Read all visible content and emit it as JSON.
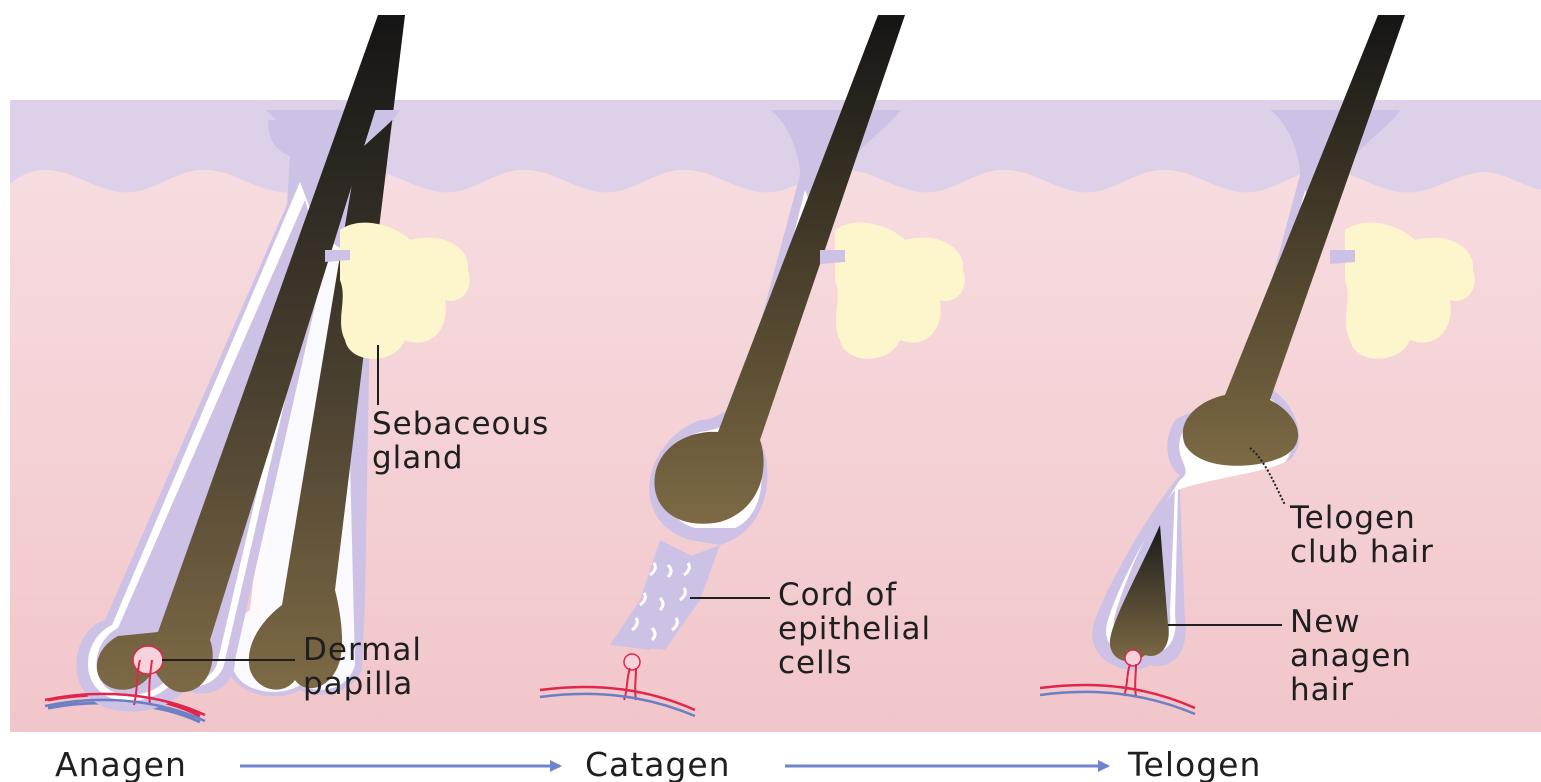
{
  "labels": {
    "sebaceous_gland": [
      "Sebaceous",
      "gland"
    ],
    "dermal_papilla": [
      "Dermal",
      "papilla"
    ],
    "cord_epithelial": [
      "Cord of",
      "epithelial",
      "cells"
    ],
    "telogen_club_hair": [
      "Telogen",
      "club hair"
    ],
    "new_anagen_hair": [
      "New",
      "anagen",
      "hair"
    ]
  },
  "phases": {
    "anagen": "Anagen",
    "catagen": "Catagen",
    "telogen": "Telogen"
  },
  "colors": {
    "dermis_top": "#f6dcdf",
    "dermis_bottom": "#f1c7cb",
    "epidermis": "#ddcfe8",
    "sheath": "#cdc2e6",
    "hair_dark": "#1a1a1a",
    "hair_bulb": "#7d6a45",
    "gland": "#fdf6cc",
    "vessel_red": "#e0264a",
    "vessel_blue": "#6c7fc4",
    "arrow": "#6f83cf"
  }
}
